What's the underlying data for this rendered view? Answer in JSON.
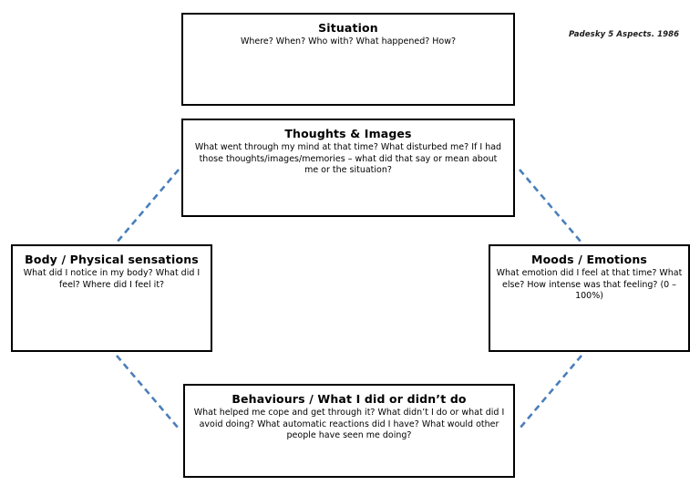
{
  "diagram": {
    "citation": "Padesky 5 Aspects. 1986",
    "accent_color": "#4a7ebb",
    "border_color": "#000000",
    "background_color": "#ffffff",
    "nodes": [
      {
        "id": "situation",
        "title": "Situation",
        "prompt": "Where?  When?  Who with?  What happened?  How?"
      },
      {
        "id": "thoughts",
        "title": "Thoughts & Images",
        "prompt": "What went through my mind at that time?  What disturbed me?  If I had those thoughts/images/memories – what did that say or mean about me or the situation?"
      },
      {
        "id": "body",
        "title": "Body / Physical sensations",
        "prompt": "What did I notice in my body?  What did I feel? Where did I feel it?"
      },
      {
        "id": "moods",
        "title": "Moods / Emotions",
        "prompt": "What emotion did I feel at that time? What else? How intense was that feeling? (0 – 100%)"
      },
      {
        "id": "behaviours",
        "title": "Behaviours / What I did or didn’t do",
        "prompt": "What helped me cope and get through it? What didn’t I do or what did I avoid doing?  What automatic reactions did I have? What would other people have seen me doing?"
      }
    ],
    "connectors": [
      {
        "id": "thoughts-to-body",
        "from": "thoughts",
        "to": "body",
        "style": "dashed"
      },
      {
        "id": "thoughts-to-moods",
        "from": "thoughts",
        "to": "moods",
        "style": "dashed"
      },
      {
        "id": "body-to-behaviours",
        "from": "body",
        "to": "behaviours",
        "style": "dashed"
      },
      {
        "id": "moods-to-behaviours",
        "from": "moods",
        "to": "behaviours",
        "style": "dashed"
      }
    ]
  }
}
